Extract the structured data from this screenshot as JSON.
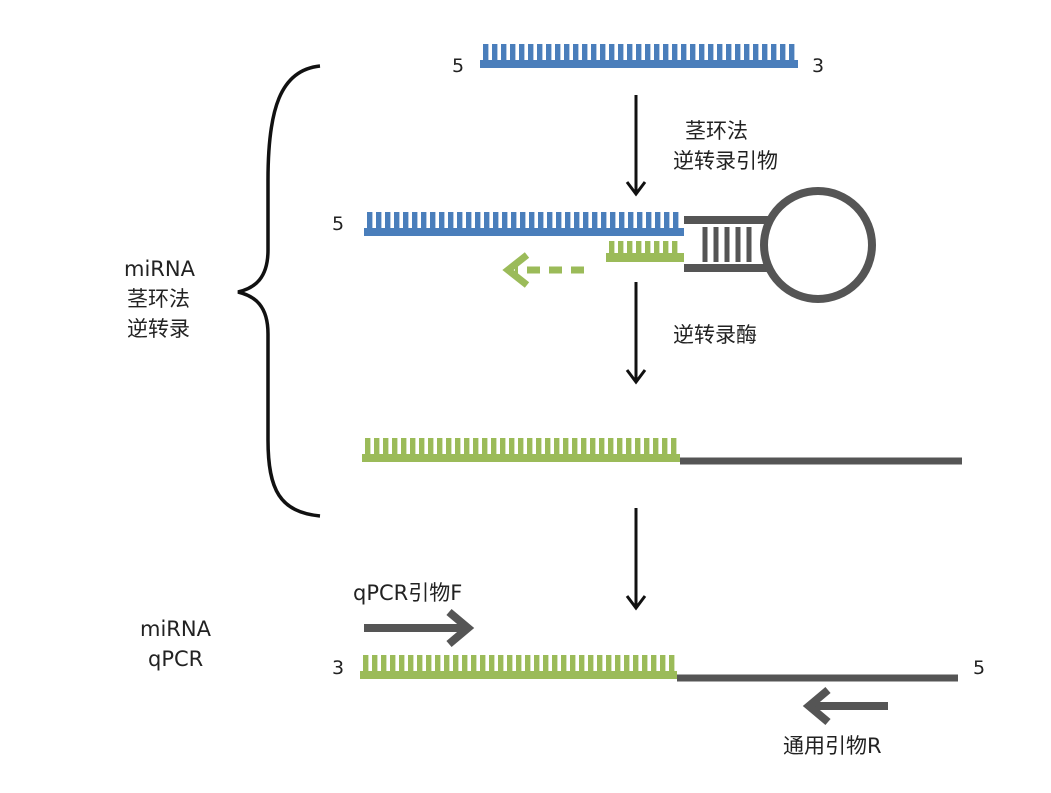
{
  "colors": {
    "blue": "#4a7ebb",
    "green": "#9bbb59",
    "gray": "#555555",
    "arrow": "#111111",
    "text": "#222222"
  },
  "strands": {
    "top_5": "5",
    "top_3": "3",
    "mid_5": "5",
    "bottom_3": "3",
    "bottom_5": "5"
  },
  "steps": {
    "primer_line1": "茎环法",
    "primer_line2": "逆转录引物",
    "enzyme": "逆转录酶"
  },
  "left_labels": {
    "rt_line1": "miRNA",
    "rt_line2": "茎环法",
    "rt_line3": "逆转录",
    "qpcr_line1": "miRNA",
    "qpcr_line2": "qPCR"
  },
  "primers": {
    "forward": "qPCR引物F",
    "reverse": "通用引物R"
  }
}
